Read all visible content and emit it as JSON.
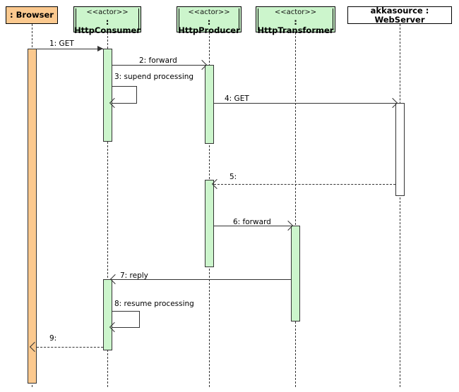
{
  "diagram": {
    "type": "uml-sequence-diagram",
    "colors": {
      "actor_fill": "#ccf5cc",
      "browser_fill": "#fbc98f",
      "webserver_fill": "#ffffff",
      "line": "#333333",
      "text": "#000000"
    }
  },
  "participants": [
    {
      "id": "browser",
      "name": ": Browser",
      "stereotype": "",
      "kind": "object"
    },
    {
      "id": "httpconsumer",
      "name": ": HttpConsumer",
      "stereotype": "<<actor>>",
      "kind": "actor"
    },
    {
      "id": "httpproducer",
      "name": ": HttpProducer",
      "stereotype": "<<actor>>",
      "kind": "actor"
    },
    {
      "id": "httptransformer",
      "name": ": HttpTransformer",
      "stereotype": "<<actor>>",
      "kind": "actor"
    },
    {
      "id": "webserver",
      "name": "akkasource : WebServer",
      "stereotype": "",
      "kind": "object"
    }
  ],
  "messages": [
    {
      "seq": "1",
      "label": "1: GET",
      "from": "browser",
      "to": "httpconsumer",
      "style": "solid",
      "direction": "right"
    },
    {
      "seq": "2",
      "label": "2: forward",
      "from": "httpconsumer",
      "to": "httpproducer",
      "style": "solid",
      "direction": "right"
    },
    {
      "seq": "3",
      "label": "3: supend processing",
      "from": "httpconsumer",
      "to": "httpconsumer",
      "style": "solid",
      "direction": "self"
    },
    {
      "seq": "4",
      "label": "4: GET",
      "from": "httpproducer",
      "to": "webserver",
      "style": "solid",
      "direction": "right"
    },
    {
      "seq": "5",
      "label": "5:",
      "from": "webserver",
      "to": "httpproducer",
      "style": "dashed",
      "direction": "left"
    },
    {
      "seq": "6",
      "label": "6: forward",
      "from": "httpproducer",
      "to": "httptransformer",
      "style": "solid",
      "direction": "right"
    },
    {
      "seq": "7",
      "label": "7: reply",
      "from": "httptransformer",
      "to": "httpconsumer",
      "style": "solid",
      "direction": "left"
    },
    {
      "seq": "8",
      "label": "8: resume processing",
      "from": "httpconsumer",
      "to": "httpconsumer",
      "style": "solid",
      "direction": "self"
    },
    {
      "seq": "9",
      "label": "9:",
      "from": "httpconsumer",
      "to": "browser",
      "style": "dashed",
      "direction": "left"
    }
  ]
}
